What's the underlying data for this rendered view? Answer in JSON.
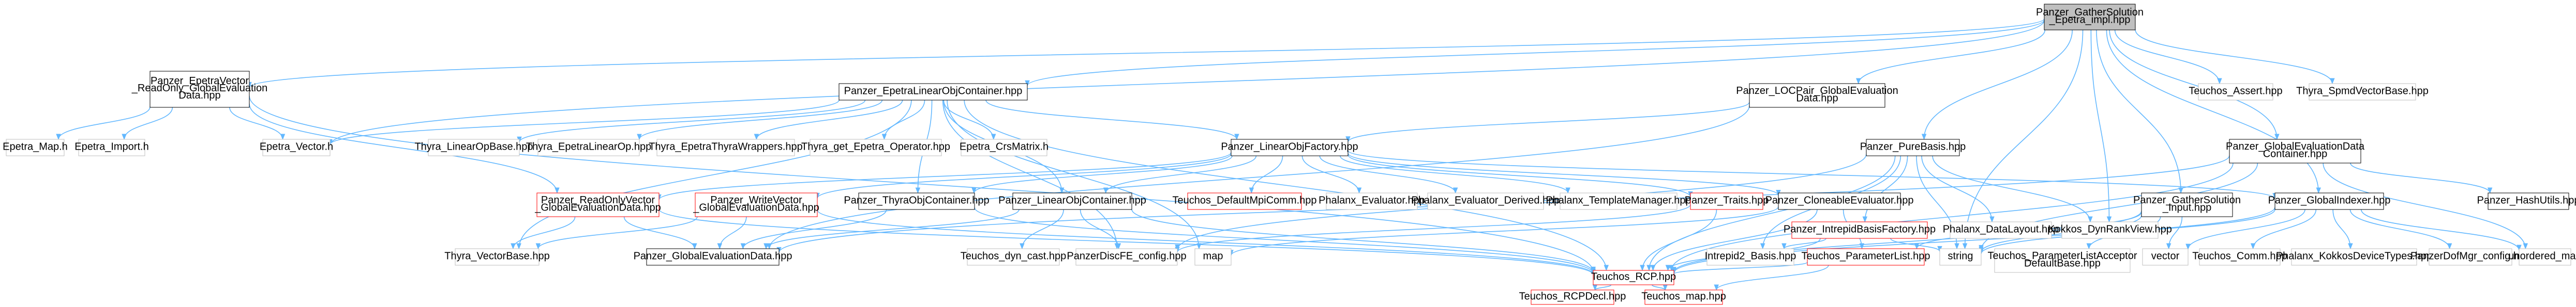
{
  "diagram": {
    "nodes": [
      {
        "id": "root",
        "lines": [
          "Panzer_GatherSolution",
          "_Epetra_impl.hpp"
        ],
        "style": "root"
      },
      {
        "id": "n_rovec_epetra",
        "lines": [
          "Panzer_EpetraVector",
          "_ReadOnly_GlobalEvaluation",
          "Data.hpp"
        ],
        "style": "normal"
      },
      {
        "id": "n_elo_container",
        "lines": [
          "Panzer_EpetraLinearObjContainer.hpp"
        ],
        "style": "normal"
      },
      {
        "id": "n_loc_pair",
        "lines": [
          "Panzer_LOCPair_GlobalEvaluation",
          "Data.hpp"
        ],
        "style": "normal"
      },
      {
        "id": "n_teuchos_assert",
        "lines": [
          "Teuchos_Assert.hpp"
        ],
        "style": "missing"
      },
      {
        "id": "n_thyra_spmd",
        "lines": [
          "Thyra_SpmdVectorBase.hpp"
        ],
        "style": "missing"
      },
      {
        "id": "n_epetra_map",
        "lines": [
          "Epetra_Map.h"
        ],
        "style": "missing"
      },
      {
        "id": "n_epetra_import",
        "lines": [
          "Epetra_Import.h"
        ],
        "style": "missing"
      },
      {
        "id": "n_epetra_vector",
        "lines": [
          "Epetra_Vector.h"
        ],
        "style": "missing"
      },
      {
        "id": "n_thyra_lop",
        "lines": [
          "Thyra_LinearOpBase.hpp"
        ],
        "style": "missing"
      },
      {
        "id": "n_thyra_elo",
        "lines": [
          "Thyra_EpetraLinearOp.hpp"
        ],
        "style": "missing"
      },
      {
        "id": "n_thyra_etw",
        "lines": [
          "Thyra_EpetraThyraWrappers.hpp"
        ],
        "style": "missing"
      },
      {
        "id": "n_thyra_get_epetra",
        "lines": [
          "Thyra_get_Epetra_Operator.hpp"
        ],
        "style": "missing"
      },
      {
        "id": "n_epetra_crs",
        "lines": [
          "Epetra_CrsMatrix.h"
        ],
        "style": "missing"
      },
      {
        "id": "n_lo_factory",
        "lines": [
          "Panzer_LinearObjFactory.hpp"
        ],
        "style": "normal"
      },
      {
        "id": "n_pure_basis",
        "lines": [
          "Panzer_PureBasis.hpp"
        ],
        "style": "normal"
      },
      {
        "id": "n_ged_container",
        "lines": [
          "Panzer_GlobalEvaluationData",
          "Container.hpp"
        ],
        "style": "normal"
      },
      {
        "id": "n_rovec_ged",
        "lines": [
          "Panzer_ReadOnlyVector",
          "_GlobalEvaluationData.hpp"
        ],
        "style": "red"
      },
      {
        "id": "n_wvec_ged",
        "lines": [
          "Panzer_WriteVector",
          "_GlobalEvaluationData.hpp"
        ],
        "style": "red"
      },
      {
        "id": "n_thyra_obj_container",
        "lines": [
          "Panzer_ThyraObjContainer.hpp"
        ],
        "style": "normal"
      },
      {
        "id": "n_lo_container",
        "lines": [
          "Panzer_LinearObjContainer.hpp"
        ],
        "style": "normal"
      },
      {
        "id": "n_default_mpi",
        "lines": [
          "Teuchos_DefaultMpiComm.hpp"
        ],
        "style": "red"
      },
      {
        "id": "n_phalanx_evaluator",
        "lines": [
          "Phalanx_Evaluator.hpp"
        ],
        "style": "missing"
      },
      {
        "id": "n_phalanx_eval_derived",
        "lines": [
          "Phalanx_Evaluator_Derived.hpp"
        ],
        "style": "missing"
      },
      {
        "id": "n_phalanx_tm",
        "lines": [
          "Phalanx_TemplateManager.hpp"
        ],
        "style": "missing"
      },
      {
        "id": "n_traits",
        "lines": [
          "Panzer_Traits.hpp"
        ],
        "style": "red"
      },
      {
        "id": "n_cloneable",
        "lines": [
          "Panzer_CloneableEvaluator.hpp"
        ],
        "style": "normal"
      },
      {
        "id": "n_intrepid_basis_factory",
        "lines": [
          "Panzer_IntrepidBasisFactory.hpp"
        ],
        "style": "red"
      },
      {
        "id": "n_phalanx_datalayout",
        "lines": [
          "Phalanx_DataLayout.hpp"
        ],
        "style": "missing"
      },
      {
        "id": "n_kokkos_dynrank",
        "lines": [
          "Kokkos_DynRankView.hpp"
        ],
        "style": "missing"
      },
      {
        "id": "n_gather_input",
        "lines": [
          "Panzer_GatherSolution",
          "_Input.hpp"
        ],
        "style": "normal"
      },
      {
        "id": "n_global_indexer",
        "lines": [
          "Panzer_GlobalIndexer.hpp"
        ],
        "style": "normal"
      },
      {
        "id": "n_hashutils",
        "lines": [
          "Panzer_HashUtils.hpp"
        ],
        "style": "normal"
      },
      {
        "id": "n_thyra_vectorbase",
        "lines": [
          "Thyra_VectorBase.hpp"
        ],
        "style": "missing"
      },
      {
        "id": "n_ged",
        "lines": [
          "Panzer_GlobalEvaluationData.hpp"
        ],
        "style": "normal"
      },
      {
        "id": "n_dyn_cast",
        "lines": [
          "Teuchos_dyn_cast.hpp"
        ],
        "style": "missing"
      },
      {
        "id": "n_config",
        "lines": [
          "PanzerDiscFE_config.hpp"
        ],
        "style": "missing"
      },
      {
        "id": "n_map",
        "lines": [
          "map"
        ],
        "style": "missing"
      },
      {
        "id": "n_intrepid_basis",
        "lines": [
          "Intrepid2_Basis.hpp"
        ],
        "style": "missing"
      },
      {
        "id": "n_string",
        "lines": [
          "string"
        ],
        "style": "missing"
      },
      {
        "id": "n_param_list",
        "lines": [
          "Teuchos_ParameterList.hpp"
        ],
        "style": "red"
      },
      {
        "id": "n_param_acceptor",
        "lines": [
          "Teuchos_ParameterListAcceptor",
          "DefaultBase.hpp"
        ],
        "style": "missing"
      },
      {
        "id": "n_vector",
        "lines": [
          "vector"
        ],
        "style": "missing"
      },
      {
        "id": "n_teuchos_comm",
        "lines": [
          "Teuchos_Comm.hpp"
        ],
        "style": "missing"
      },
      {
        "id": "n_kokkos_device",
        "lines": [
          "Phalanx_KokkosDeviceTypes.hpp"
        ],
        "style": "missing"
      },
      {
        "id": "n_dofmgr_config",
        "lines": [
          "PanzerDofMgr_config.hpp"
        ],
        "style": "missing"
      },
      {
        "id": "n_unordered_map",
        "lines": [
          "unordered_map"
        ],
        "style": "missing"
      },
      {
        "id": "n_rcp",
        "lines": [
          "Teuchos_RCP.hpp"
        ],
        "style": "red"
      },
      {
        "id": "n_rcpdecl",
        "lines": [
          "Teuchos_RCPDecl.hpp"
        ],
        "style": "red"
      },
      {
        "id": "n_teuchos_map",
        "lines": [
          "Teuchos_map.hpp"
        ],
        "style": "red"
      }
    ],
    "edges": [
      [
        "root",
        "n_rovec_epetra"
      ],
      [
        "root",
        "n_elo_container"
      ],
      [
        "root",
        "n_loc_pair"
      ],
      [
        "root",
        "n_teuchos_assert"
      ],
      [
        "root",
        "n_thyra_spmd"
      ],
      [
        "root",
        "n_pure_basis"
      ],
      [
        "root",
        "n_gather_input"
      ],
      [
        "root",
        "n_global_indexer"
      ],
      [
        "root",
        "n_ged_container"
      ],
      [
        "root",
        "n_kokkos_dynrank"
      ],
      [
        "root",
        "n_string"
      ],
      [
        "root",
        "n_epetra_vector"
      ],
      [
        "n_rovec_epetra",
        "n_epetra_map"
      ],
      [
        "n_rovec_epetra",
        "n_epetra_import"
      ],
      [
        "n_rovec_epetra",
        "n_epetra_vector"
      ],
      [
        "n_rovec_epetra",
        "n_rovec_ged"
      ],
      [
        "n_rovec_epetra",
        "n_rcp"
      ],
      [
        "n_elo_container",
        "n_epetra_vector"
      ],
      [
        "n_elo_container",
        "n_thyra_lop"
      ],
      [
        "n_elo_container",
        "n_thyra_elo"
      ],
      [
        "n_elo_container",
        "n_thyra_etw"
      ],
      [
        "n_elo_container",
        "n_thyra_get_epetra"
      ],
      [
        "n_elo_container",
        "n_epetra_crs"
      ],
      [
        "n_elo_container",
        "n_lo_factory"
      ],
      [
        "n_elo_container",
        "n_thyra_obj_container"
      ],
      [
        "n_elo_container",
        "n_lo_container"
      ],
      [
        "n_elo_container",
        "n_config"
      ],
      [
        "n_elo_container",
        "n_map"
      ],
      [
        "n_elo_container",
        "n_rcp"
      ],
      [
        "n_elo_container",
        "n_thyra_vectorbase"
      ],
      [
        "n_loc_pair",
        "n_lo_factory"
      ],
      [
        "n_loc_pair",
        "n_ged"
      ],
      [
        "n_lo_factory",
        "n_default_mpi"
      ],
      [
        "n_lo_factory",
        "n_phalanx_evaluator"
      ],
      [
        "n_lo_factory",
        "n_phalanx_eval_derived"
      ],
      [
        "n_lo_factory",
        "n_phalanx_tm"
      ],
      [
        "n_lo_factory",
        "n_traits"
      ],
      [
        "n_lo_factory",
        "n_cloneable"
      ],
      [
        "n_lo_factory",
        "n_rovec_ged"
      ],
      [
        "n_lo_factory",
        "n_wvec_ged"
      ],
      [
        "n_lo_factory",
        "n_lo_container"
      ],
      [
        "n_lo_factory",
        "n_thyra_obj_container"
      ],
      [
        "n_lo_factory",
        "n_global_indexer"
      ],
      [
        "n_rovec_ged",
        "n_thyra_vectorbase"
      ],
      [
        "n_rovec_ged",
        "n_ged"
      ],
      [
        "n_rovec_ged",
        "n_rcp"
      ],
      [
        "n_wvec_ged",
        "n_thyra_vectorbase"
      ],
      [
        "n_wvec_ged",
        "n_ged"
      ],
      [
        "n_wvec_ged",
        "n_rcp"
      ],
      [
        "n_thyra_obj_container",
        "n_ged"
      ],
      [
        "n_thyra_obj_container",
        "n_rcp"
      ],
      [
        "n_lo_container",
        "n_ged"
      ],
      [
        "n_lo_container",
        "n_dyn_cast"
      ],
      [
        "n_lo_container",
        "n_config"
      ],
      [
        "n_lo_container",
        "n_rcp"
      ],
      [
        "n_traits",
        "n_config"
      ],
      [
        "n_traits",
        "n_rcp"
      ],
      [
        "n_cloneable",
        "n_rcp"
      ],
      [
        "n_cloneable",
        "n_param_list"
      ],
      [
        "n_cloneable",
        "n_map"
      ],
      [
        "n_pure_basis",
        "n_intrepid_basis_factory"
      ],
      [
        "n_pure_basis",
        "n_phalanx_datalayout"
      ],
      [
        "n_pure_basis",
        "n_kokkos_dynrank"
      ],
      [
        "n_pure_basis",
        "n_string"
      ],
      [
        "n_pure_basis",
        "n_intrepid_basis"
      ],
      [
        "n_pure_basis",
        "n_rcp"
      ],
      [
        "n_pure_basis",
        "n_config"
      ],
      [
        "n_intrepid_basis_factory",
        "n_intrepid_basis"
      ],
      [
        "n_intrepid_basis_factory",
        "n_string"
      ],
      [
        "n_intrepid_basis_factory",
        "n_rcp"
      ],
      [
        "n_gather_input",
        "n_param_list"
      ],
      [
        "n_gather_input",
        "n_param_acceptor"
      ],
      [
        "n_gather_input",
        "n_string"
      ],
      [
        "n_gather_input",
        "n_vector"
      ],
      [
        "n_gather_input",
        "n_rcp"
      ],
      [
        "n_global_indexer",
        "n_teuchos_comm"
      ],
      [
        "n_global_indexer",
        "n_kokkos_device"
      ],
      [
        "n_global_indexer",
        "n_dofmgr_config"
      ],
      [
        "n_global_indexer",
        "n_unordered_map"
      ],
      [
        "n_global_indexer",
        "n_vector"
      ],
      [
        "n_global_indexer",
        "n_string"
      ],
      [
        "n_global_indexer",
        "n_rcp"
      ],
      [
        "n_ged_container",
        "n_ged"
      ],
      [
        "n_ged_container",
        "n_unordered_map"
      ],
      [
        "n_ged_container",
        "n_hashutils"
      ],
      [
        "n_ged_container",
        "n_rcp"
      ],
      [
        "n_ged_container",
        "n_string"
      ],
      [
        "n_param_list",
        "n_rcp"
      ],
      [
        "n_param_list",
        "n_teuchos_map"
      ],
      [
        "n_rcp",
        "n_rcpdecl"
      ],
      [
        "n_rcp",
        "n_teuchos_map"
      ]
    ],
    "colors": {
      "edge": "#63b8ff",
      "normal_border": "#000000",
      "normal_text": "#000000",
      "missing_border": "#bfbfbf",
      "missing_text": "#000000",
      "red_border": "#ff0000",
      "root_fill": "#bfbfbf",
      "background": "#ffffff"
    }
  }
}
